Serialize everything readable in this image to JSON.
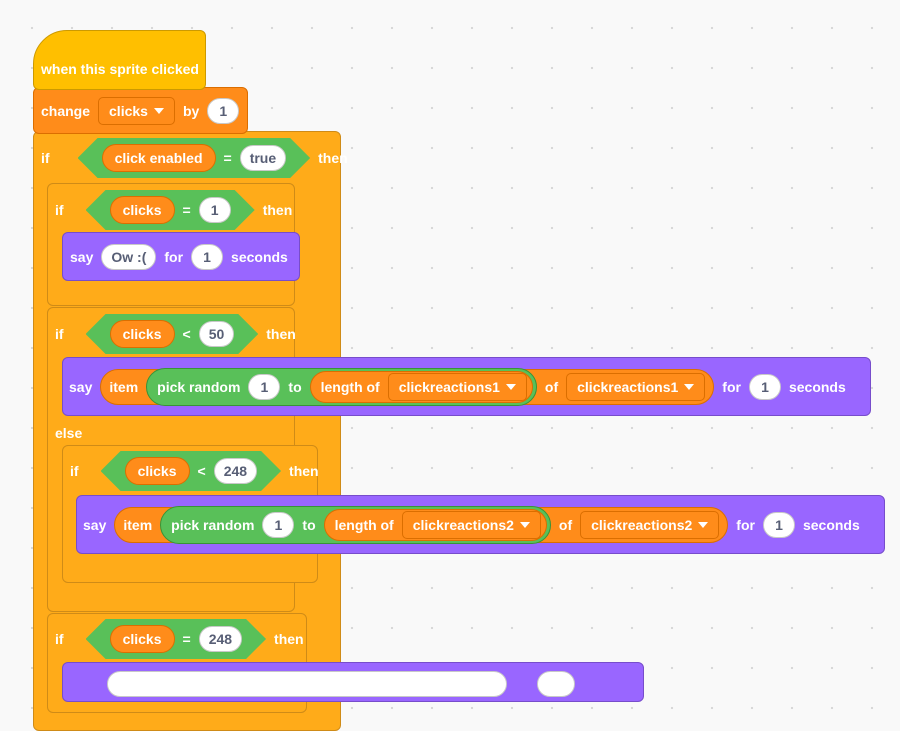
{
  "hat": {
    "label": "when this sprite clicked"
  },
  "change": {
    "label": "change",
    "var": "clicks",
    "by": "by",
    "value": "1"
  },
  "if_labels": {
    "if": "if",
    "then": "then",
    "else": "else"
  },
  "if_enabled": {
    "var": "click enabled",
    "op": "=",
    "value": "true"
  },
  "if_eq1": {
    "var": "clicks",
    "op": "=",
    "value": "1"
  },
  "say1": {
    "say": "say",
    "text": "Ow :(",
    "for": "for",
    "secs": "1",
    "seconds": "seconds"
  },
  "if_lt50": {
    "var": "clicks",
    "op": "<",
    "value": "50"
  },
  "say2": {
    "say": "say",
    "item": "item",
    "pick": "pick random",
    "from": "1",
    "to": "to",
    "length": "length of",
    "list": "clickreactions1",
    "of": "of",
    "list2": "clickreactions1",
    "for": "for",
    "secs": "1",
    "seconds": "seconds"
  },
  "if_lt248": {
    "var": "clicks",
    "op": "<",
    "value": "248"
  },
  "say3": {
    "say": "say",
    "item": "item",
    "pick": "pick random",
    "from": "1",
    "to": "to",
    "length": "length of",
    "list": "clickreactions2",
    "of": "of",
    "list2": "clickreactions2",
    "for": "for",
    "secs": "1",
    "seconds": "seconds"
  },
  "if_eq248": {
    "var": "clicks",
    "op": "=",
    "value": "248"
  },
  "colors": {
    "events": "#ffbf00",
    "control": "#ffab19",
    "variables": "#ff8c1a",
    "looks": "#9966ff",
    "operators": "#59c059"
  }
}
